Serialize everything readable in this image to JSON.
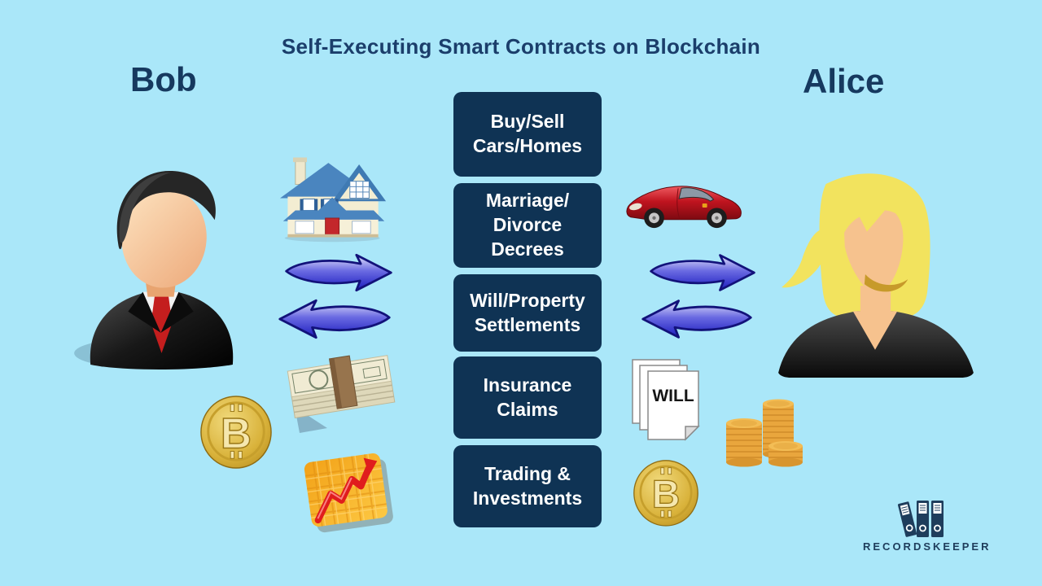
{
  "title": "Self-Executing Smart Contracts on Blockchain",
  "parties": {
    "left": "Bob",
    "right": "Alice"
  },
  "contracts": [
    {
      "label": "Buy/Sell\nCars/Homes"
    },
    {
      "label": "Marriage/\nDivorce\nDecrees"
    },
    {
      "label": "Will/Property\nSettlements"
    },
    {
      "label": "Insurance\nClaims"
    },
    {
      "label": "Trading &\nInvestments"
    }
  ],
  "left_assets": [
    "house-icon",
    "arrow-right-icon",
    "arrow-left-icon",
    "cash-bundle-icon",
    "bitcoin-icon",
    "stock-chart-icon"
  ],
  "right_assets": [
    "sports-car-icon",
    "arrow-right-icon",
    "arrow-left-icon",
    "will-document-icon",
    "coin-stacks-icon",
    "bitcoin-icon"
  ],
  "will_document": {
    "text": "WILL"
  },
  "bitcoin": {
    "symbol": "B"
  },
  "logo": {
    "text": "RECORDSKEEPER"
  },
  "colors": {
    "background": "#aae7f9",
    "contract_box": "#0f3354",
    "heading_text": "#16395f",
    "arrow_blue": "#2a2ace",
    "door_red": "#c3272b",
    "coin_gold": "#d9b23a",
    "chart_orange": "#f5a91d"
  }
}
